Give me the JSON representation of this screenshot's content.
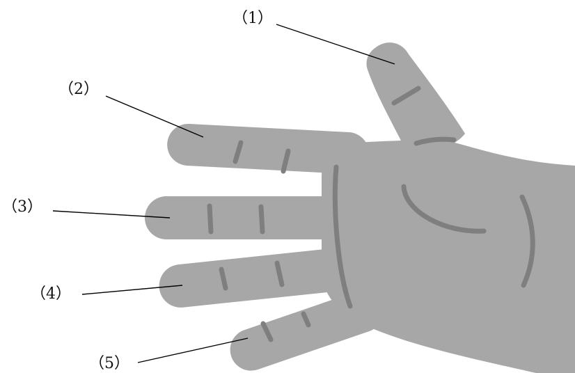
{
  "labels": {
    "thumb": "（1）",
    "index": "（2）",
    "middle": "（3）",
    "ring": "（4）",
    "little": "（5）"
  },
  "colors": {
    "hand_fill": "#a6a6a6",
    "crease": "#7f7f7f",
    "leader_line": "#000000"
  },
  "icons": {
    "hand": "hand-palm-icon"
  }
}
